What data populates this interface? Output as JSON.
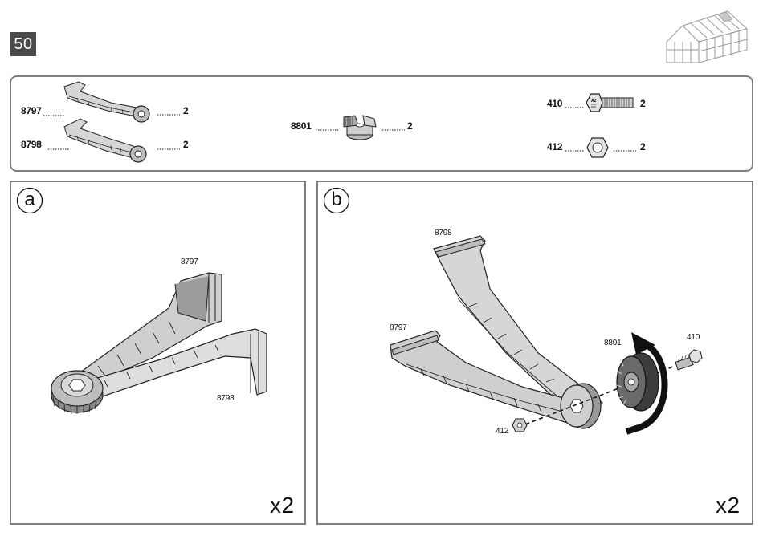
{
  "step": {
    "number": "50"
  },
  "parts": [
    {
      "code": "8797",
      "qty": "2",
      "icon": "arm-long-icon"
    },
    {
      "code": "8798",
      "qty": "2",
      "icon": "arm-short-icon"
    },
    {
      "code": "8801",
      "qty": "2",
      "icon": "knob-icon"
    },
    {
      "code": "410",
      "qty": "2",
      "icon": "bolt-icon"
    },
    {
      "code": "412",
      "qty": "2",
      "icon": "nut-icon"
    }
  ],
  "panel_a": {
    "badge": "a",
    "labels": {
      "arm_long": "8797",
      "arm_short": "8798"
    },
    "multiplier": "x2"
  },
  "panel_b": {
    "badge": "b",
    "labels": {
      "arm_short": "8798",
      "arm_long": "8797",
      "knob": "8801",
      "bolt": "410",
      "nut": "412"
    },
    "multiplier": "x2"
  },
  "bolt_marking": "A2"
}
